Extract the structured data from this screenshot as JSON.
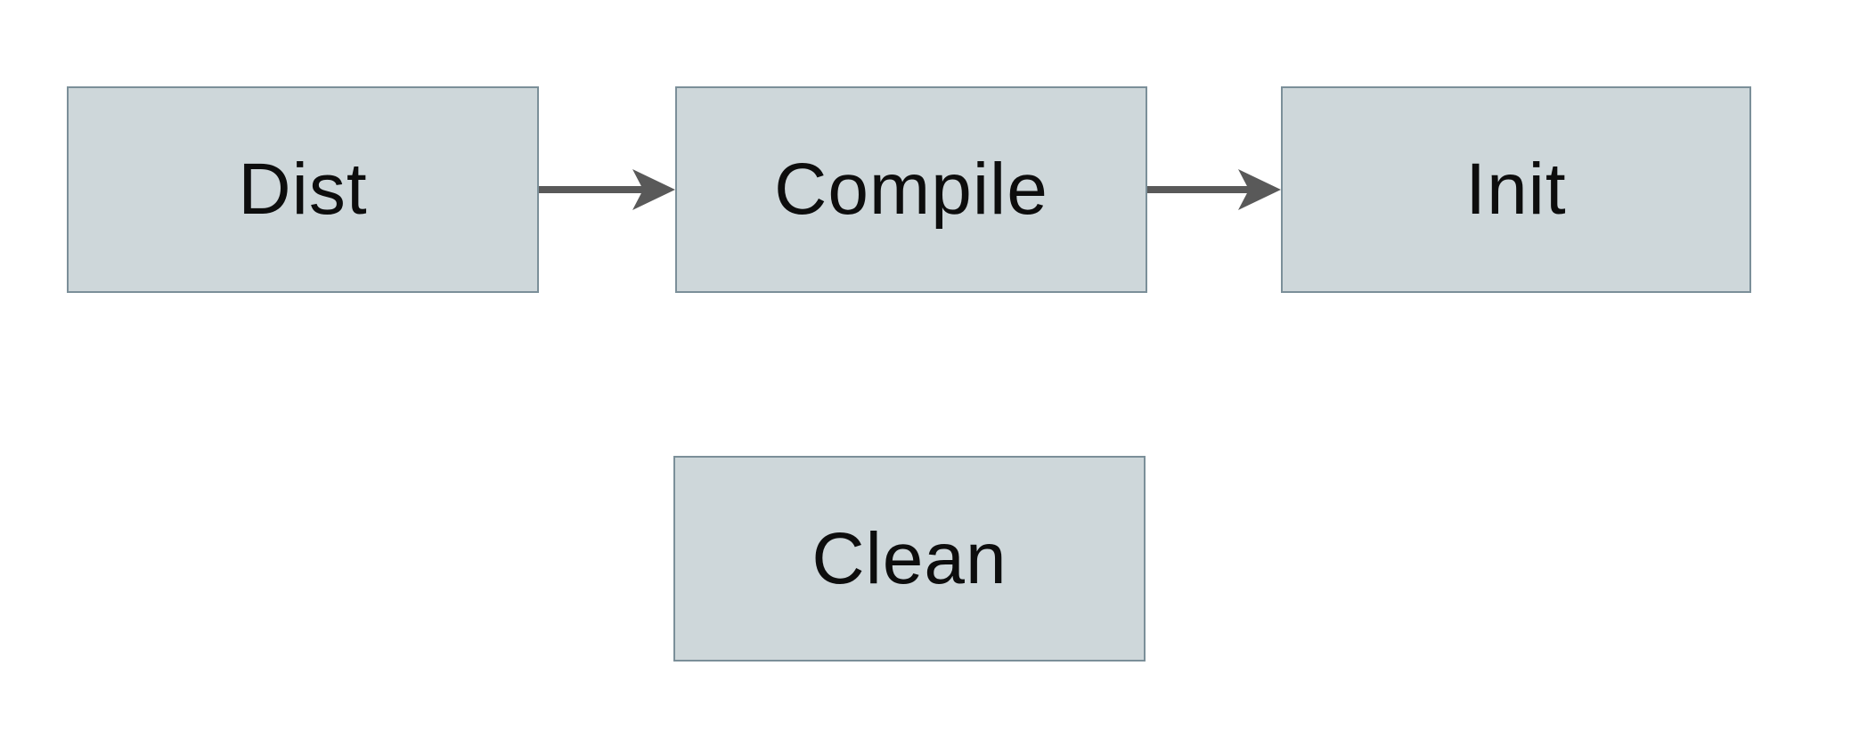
{
  "diagram": {
    "title": "",
    "nodes": [
      {
        "id": "dist",
        "label": "Dist"
      },
      {
        "id": "compile",
        "label": "Compile"
      },
      {
        "id": "init",
        "label": "Init"
      },
      {
        "id": "clean",
        "label": "Clean"
      }
    ],
    "edges": [
      {
        "from": "dist",
        "to": "compile",
        "style": "arrow-right"
      },
      {
        "from": "compile",
        "to": "init",
        "style": "arrow-right"
      }
    ],
    "colors": {
      "background": "#ffffff",
      "node_fill": "#ced7da",
      "node_border": "#7b8f99",
      "arrow": "#595959",
      "text": "#0d0d0d"
    }
  }
}
